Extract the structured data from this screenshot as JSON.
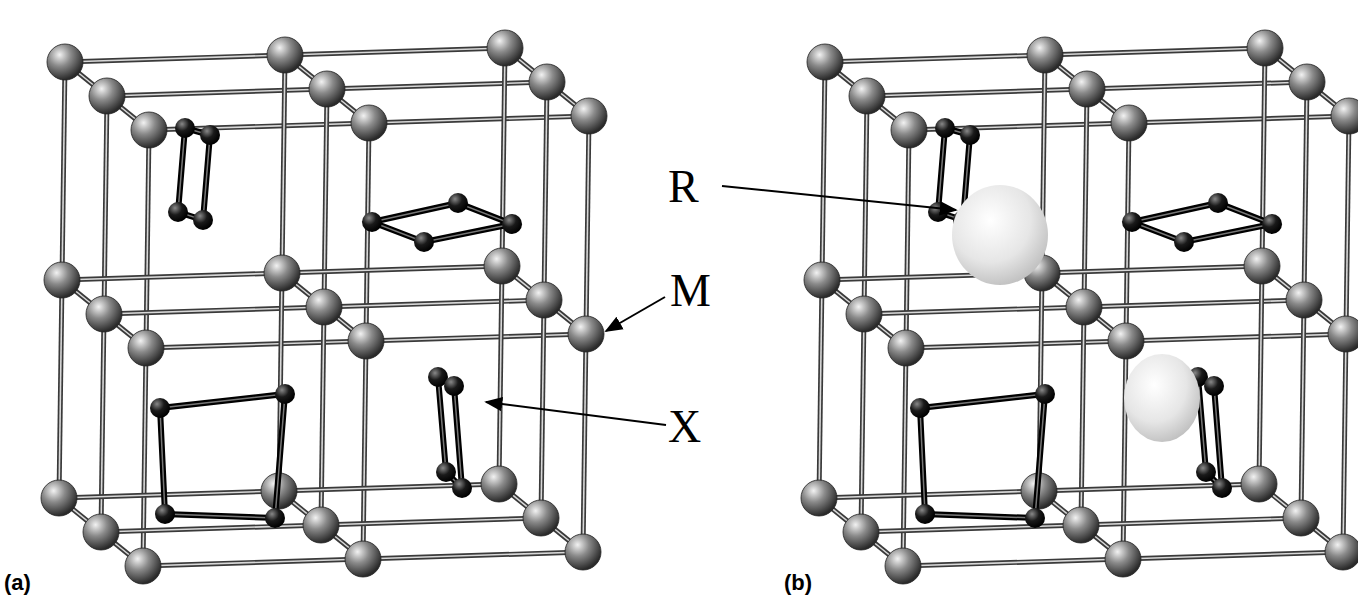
{
  "diagram": {
    "labels": [
      "(a)",
      "(b)",
      "R",
      "M",
      "X"
    ]
  }
}
